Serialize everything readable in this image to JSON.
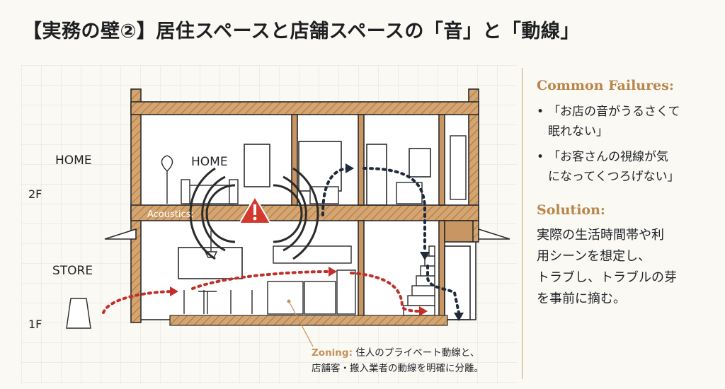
{
  "title": "【実務の壁②】居住スペースと店舗スペースの「音」と「動線」",
  "diagram": {
    "labels": {
      "home_left": "HOME",
      "home_inner": "HOME",
      "floor_2f": "2F",
      "store": "STORE",
      "floor_1f": "1F",
      "acoustics": "Acoustics:"
    },
    "zoning": {
      "label": "Zoning:",
      "text1": "住人のプライベート動線と、",
      "text2": "店舗客・搬入業者の動線を明確に分離。"
    },
    "warning_icon": "warning-triangle-icon",
    "colors": {
      "wood": "#c89662",
      "store_path": "#c0302a",
      "home_path": "#1f2a3a",
      "accent": "#b8864a",
      "alert": "#d23a2f"
    }
  },
  "panel": {
    "failures_heading": "Common Failures:",
    "failures": [
      {
        "line1": "「お店の音がうるさくて",
        "line2": "眠れない」"
      },
      {
        "line1": "「お客さんの視線が気",
        "line2": "になってくつろげない」"
      }
    ],
    "solution_heading": "Solution:",
    "solution_lines": [
      "実際の生活時間帯や利",
      "用シーンを想定し、",
      "トラブし、トラブルの芽",
      "を事前に摘む。"
    ]
  }
}
